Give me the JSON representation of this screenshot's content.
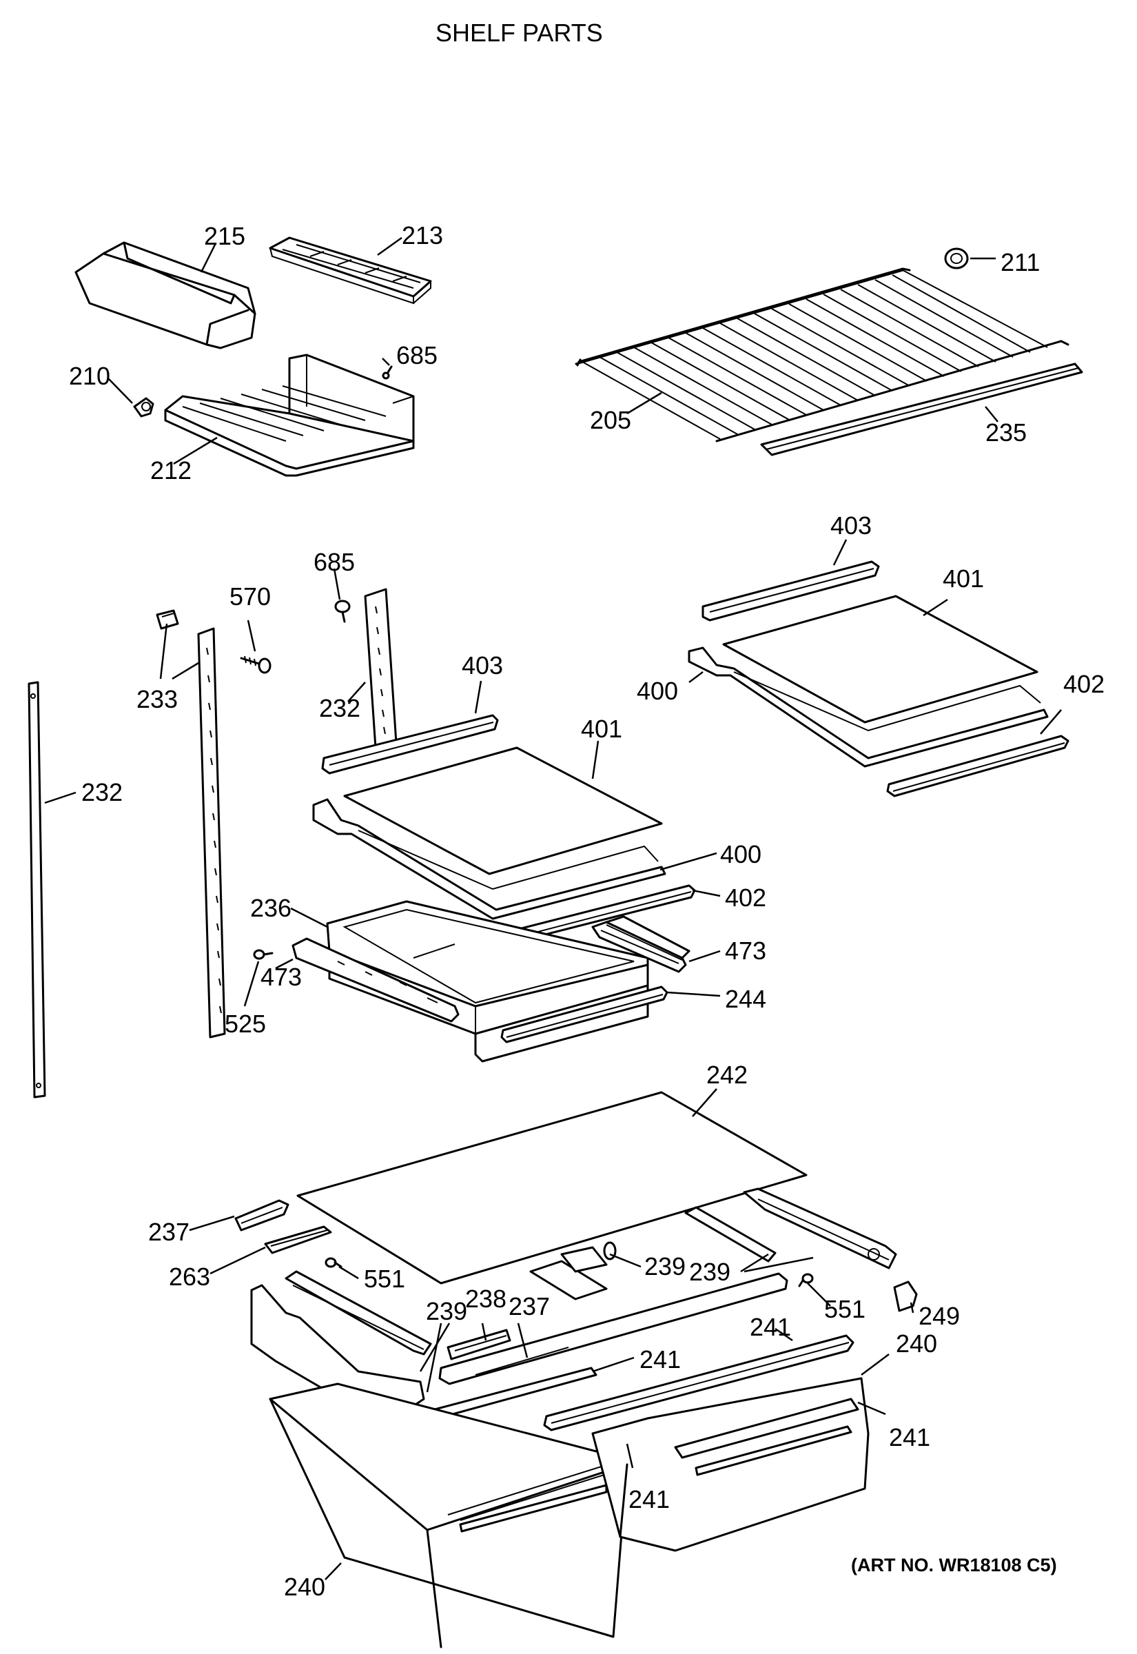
{
  "title": "SHELF PARTS",
  "art_number": "(ART NO. WR18108 C5)",
  "labels": {
    "l215": "215",
    "l213": "213",
    "l211": "211",
    "l685a": "685",
    "l210": "210",
    "l212": "212",
    "l205": "205",
    "l235": "235",
    "l403a": "403",
    "l401a": "401",
    "l400a": "400",
    "l402a": "402",
    "l685b": "685",
    "l570": "570",
    "l233": "233",
    "l232a": "232",
    "l232b": "232",
    "l403b": "403",
    "l401b": "401",
    "l400b": "400",
    "l402b": "402",
    "l236": "236",
    "l473a": "473",
    "l473b": "473",
    "l525": "525",
    "l244": "244",
    "l242": "242",
    "l237a": "237",
    "l263": "263",
    "l551a": "551",
    "l239a": "239",
    "l239b": "239",
    "l551b": "551",
    "l249": "249",
    "l239c": "239",
    "l238": "238",
    "l237b": "237",
    "l241a": "241",
    "l241b": "241",
    "l240a": "240",
    "l241c": "241",
    "l241d": "241",
    "l240b": "240"
  }
}
